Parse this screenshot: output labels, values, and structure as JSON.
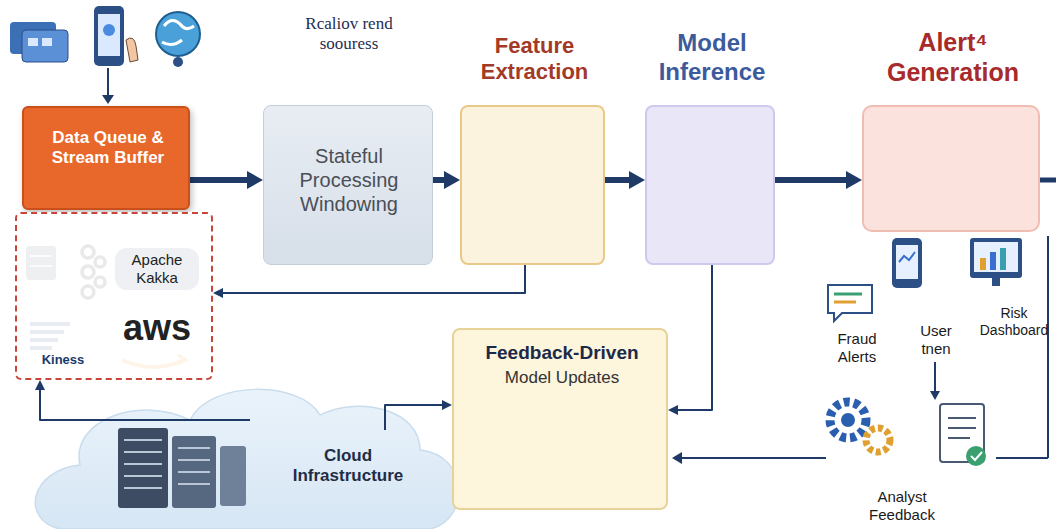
{
  "diagram": {
    "nodes": [
      {
        "text": [
          "Data Queue & Stream Buffer"
        ]
      },
      {
        "text": [
          "Apache Kakka",
          "aws",
          "Kiness"
        ]
      },
      {
        "text": [
          "Rcaliov rend soouress",
          "Stateful Processing Windowing"
        ]
      },
      {
        "text": [
          "Feature Extraction"
        ]
      },
      {
        "text": [
          "Model Inference"
        ]
      },
      {
        "text": [
          "Alert⁴ Generation"
        ]
      },
      {
        "text": [
          "Feedback-Driven",
          "Model Updates"
        ]
      },
      {
        "text": [
          "Cloud Infrastructure"
        ]
      }
    ],
    "edges": [
      {
        "from": 0,
        "to": 2,
        "arrow": "to"
      },
      {
        "from": 2,
        "to": 3,
        "arrow": "to"
      },
      {
        "from": 3,
        "to": 4,
        "arrow": "to"
      },
      {
        "from": 4,
        "to": 5,
        "arrow": "to"
      },
      {
        "from": 3,
        "to": 1,
        "arrow": "to"
      },
      {
        "from": 4,
        "to": 6,
        "arrow": "to"
      },
      {
        "from": 7,
        "to": 6,
        "arrow": "to"
      },
      {
        "from": 7,
        "to": 1,
        "arrow": "to"
      }
    ],
    "labels": [
      "Fraud Alerts",
      "User tnen",
      "Risk Dashboard",
      "Analyst Feedback"
    ]
  }
}
